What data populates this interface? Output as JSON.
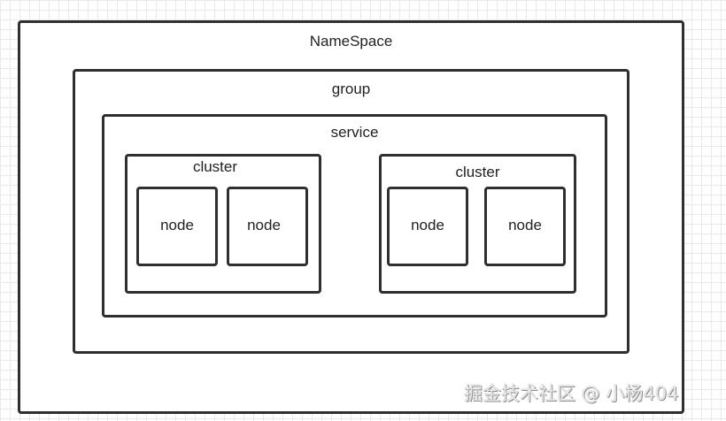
{
  "namespace": {
    "label": "NameSpace"
  },
  "group": {
    "label": "group"
  },
  "service": {
    "label": "service"
  },
  "clusters": [
    {
      "label": "cluster",
      "nodes": [
        {
          "label": "node"
        },
        {
          "label": "node"
        }
      ]
    },
    {
      "label": "cluster",
      "nodes": [
        {
          "label": "node"
        },
        {
          "label": "node"
        }
      ]
    }
  ],
  "watermark": {
    "text": "掘金技术社区 @ 小杨404"
  }
}
